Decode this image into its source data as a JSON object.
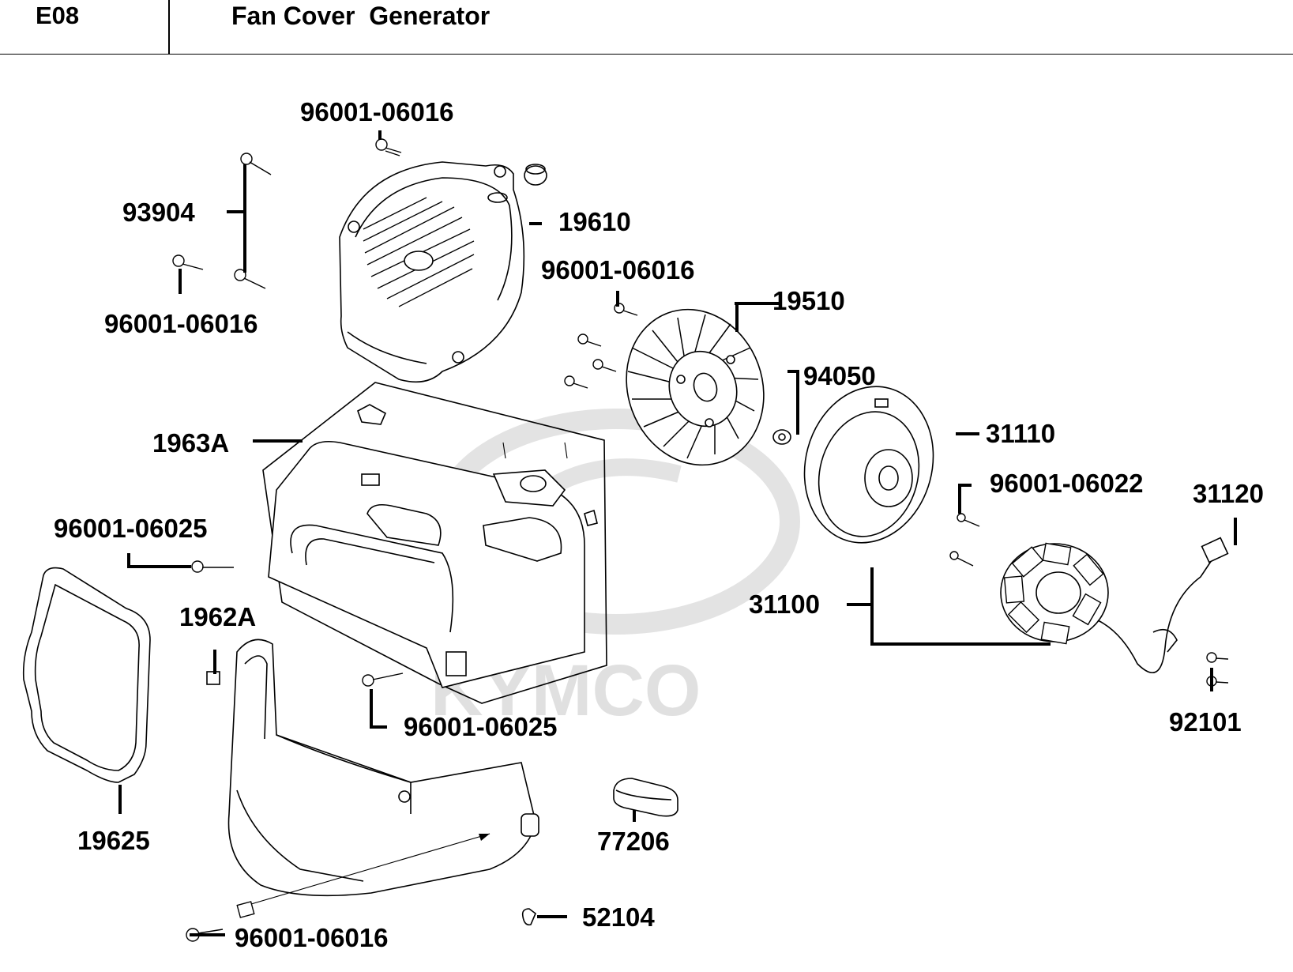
{
  "header": {
    "code": "E08",
    "title": "Fan Cover  Generator"
  },
  "watermark": {
    "text": "KYMCO",
    "color": "#e0e0e0"
  },
  "callouts": [
    {
      "id": "c1",
      "label": "96001-06016"
    },
    {
      "id": "c2",
      "label": "93904"
    },
    {
      "id": "c3",
      "label": "96001-06016"
    },
    {
      "id": "c4",
      "label": "19610"
    },
    {
      "id": "c5",
      "label": "96001-06016"
    },
    {
      "id": "c6",
      "label": "19510"
    },
    {
      "id": "c7",
      "label": "94050"
    },
    {
      "id": "c8",
      "label": "1963A"
    },
    {
      "id": "c9",
      "label": "31110"
    },
    {
      "id": "c10",
      "label": "96001-06022"
    },
    {
      "id": "c11",
      "label": "31120"
    },
    {
      "id": "c12",
      "label": "96001-06025"
    },
    {
      "id": "c13",
      "label": "1962A"
    },
    {
      "id": "c14",
      "label": "31100"
    },
    {
      "id": "c15",
      "label": "96001-06025"
    },
    {
      "id": "c16",
      "label": "92101"
    },
    {
      "id": "c17",
      "label": "19625"
    },
    {
      "id": "c18",
      "label": "77206"
    },
    {
      "id": "c19",
      "label": "52104"
    },
    {
      "id": "c20",
      "label": "96001-06016"
    }
  ]
}
